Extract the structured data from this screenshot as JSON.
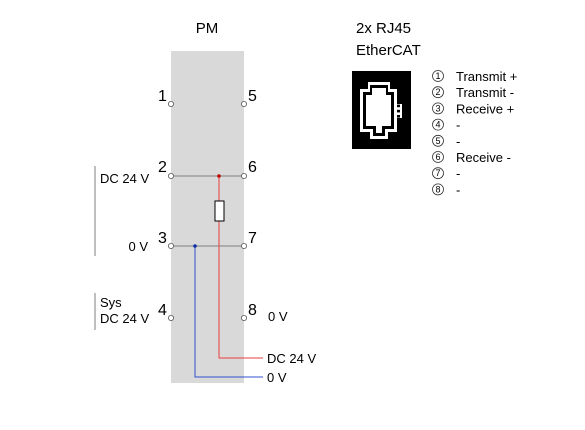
{
  "module": {
    "title": "PM"
  },
  "connector": {
    "title_line1": "2x RJ45",
    "title_line2": "EtherCAT",
    "jack_pin_numbers": [
      "1",
      "2",
      "3",
      "4",
      "5",
      "6",
      "7",
      "8"
    ],
    "pins": [
      {
        "num": "1",
        "label": "Transmit +"
      },
      {
        "num": "2",
        "label": "Transmit -"
      },
      {
        "num": "3",
        "label": "Receive +"
      },
      {
        "num": "4",
        "label": "-"
      },
      {
        "num": "5",
        "label": "-"
      },
      {
        "num": "6",
        "label": "Receive -"
      },
      {
        "num": "7",
        "label": "-"
      },
      {
        "num": "8",
        "label": "-"
      }
    ]
  },
  "terminals": {
    "t1": "1",
    "t2": "2",
    "t3": "3",
    "t4": "4",
    "t5": "5",
    "t6": "6",
    "t7": "7",
    "t8": "8"
  },
  "labels": {
    "dc24v": "DC 24 V",
    "zero_v_left": "0 V",
    "sys_line1": "Sys",
    "sys_line2": "DC 24 V",
    "zero_v_t8": "0 V",
    "out_dc24v": "DC 24 V",
    "out_0v": "0 V"
  },
  "colors": {
    "module_fill": "#d9d9d9",
    "wire": "#7f7f7f",
    "supply_wire": "#e84040",
    "ground_wire": "#3050d0"
  }
}
